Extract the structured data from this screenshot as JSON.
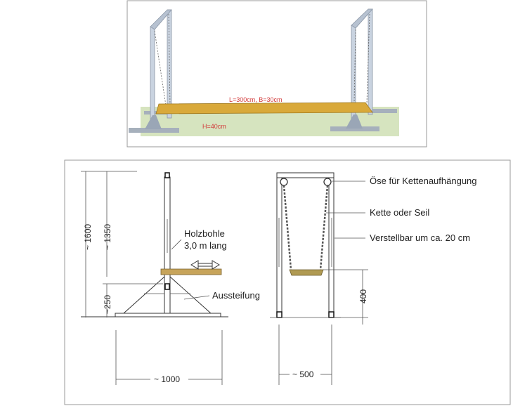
{
  "render": {
    "board_label": "L=300cm, B=30cm",
    "height_label": "H=40cm"
  },
  "side_view": {
    "dim_total_height": "~ 1600",
    "dim_post_height": "~ 1350",
    "dim_base_height": "~250",
    "dim_width": "~ 1000",
    "plank_label_line1": "Holzbohle",
    "plank_label_line2": "3,0 m lang",
    "brace_label": "Aussteifung"
  },
  "front_view": {
    "eye_label": "Öse für Kettenaufhängung",
    "chain_label": "Kette oder Seil",
    "adjust_label": "Verstellbar um ca. 20 cm",
    "dim_height": "400",
    "dim_width": "~ 500"
  },
  "colors": {
    "board": "#d9a93a",
    "ground": "#d6e4bf",
    "steel": "#c9d3e0",
    "render_text": "#d23a3a"
  }
}
